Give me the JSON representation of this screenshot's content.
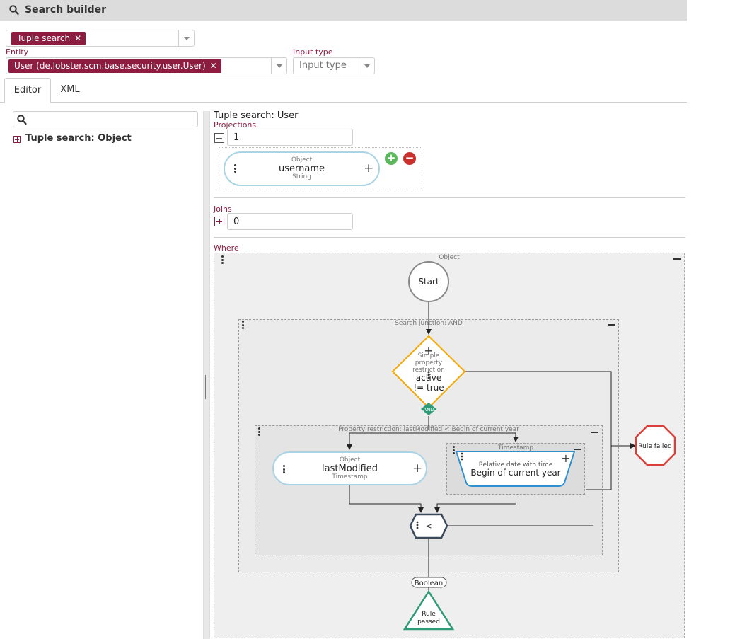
{
  "header": {
    "title": "Search builder",
    "icon": "search-icon"
  },
  "search_type": {
    "selected": "Tuple search"
  },
  "entity": {
    "label": "Entity",
    "selected": "User (de.lobster.scm.base.security.user.User)"
  },
  "input_type": {
    "label": "Input type",
    "placeholder": "Input type"
  },
  "tabs": [
    {
      "label": "Editor"
    },
    {
      "label": "XML"
    }
  ],
  "tree": {
    "item_label": "Tuple search: Object"
  },
  "editor": {
    "title": "Tuple search: User",
    "projections": {
      "label": "Projections",
      "count": "1",
      "item": {
        "category": "Object",
        "name": "username",
        "type": "String"
      }
    },
    "joins": {
      "label": "Joins",
      "count": "0"
    },
    "where": {
      "label": "Where",
      "frame_label": "Object",
      "start_label": "Start",
      "junction_label": "Search junction: AND",
      "restriction": {
        "line1": "Simple",
        "line2": "property",
        "line3": "restriction",
        "value1": "active",
        "value2": "!= true"
      },
      "and_badge": "AND",
      "property_group_label": "Property restriction: lastModified < Begin of current year",
      "left_operand": {
        "category": "Object",
        "name": "lastModified",
        "type": "Timestamp"
      },
      "timestamp_group_label": "Timestamp",
      "right_operand": {
        "category": "Relative date with time",
        "name": "Begin of current year"
      },
      "operator": "<",
      "result_type": "Boolean",
      "rule_failed": "Rule failed",
      "rule_passed_line1": "Rule",
      "rule_passed_line2": "passed"
    }
  },
  "colors": {
    "accent": "#8c1d40",
    "warning": "#f6a800",
    "success": "#2e9a78",
    "danger": "#d9403a",
    "add": "#5cb85c"
  }
}
